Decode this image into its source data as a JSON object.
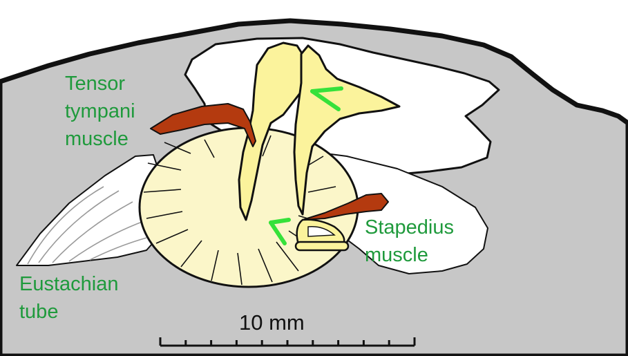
{
  "labels": {
    "tensor_line1": "Tensor",
    "tensor_line2": "tympani",
    "tensor_line3": "muscle",
    "stapedius_line1": "Stapedius",
    "stapedius_line2": "muscle",
    "eustachian_line1": "Eustachian",
    "eustachian_line2": "tube"
  },
  "scale_bar": {
    "label": "10 mm",
    "tick_count": 10
  },
  "colors": {
    "label_text": "#1f9a3c",
    "arrow": "#36e13a",
    "bone_gray": "#c7c7c7",
    "ossicle_fill": "#fbf39c",
    "eardrum_fill": "#fbf6c9",
    "muscle_red": "#b43a0f"
  }
}
